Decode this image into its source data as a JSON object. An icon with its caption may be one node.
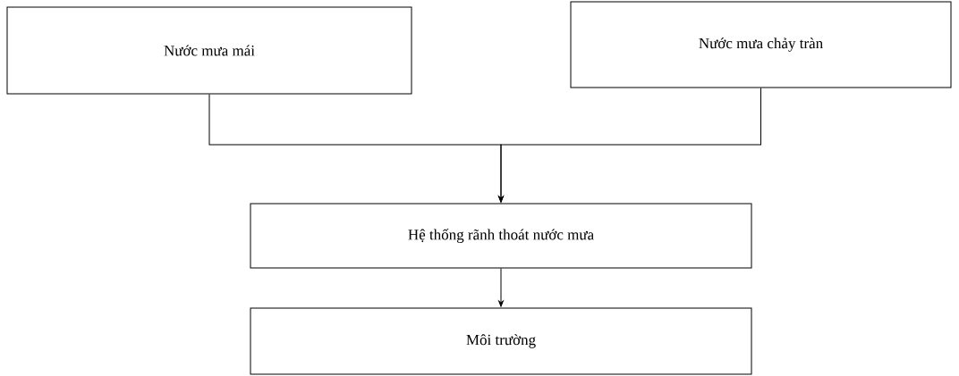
{
  "diagram": {
    "nodes": [
      {
        "text": [
          "Nước mưa mái"
        ]
      },
      {
        "text": [
          "Nước mưa chảy tràn"
        ]
      },
      {
        "text": [
          "Hệ thống rãnh thoát nước mưa"
        ]
      },
      {
        "text": [
          "Môi trường"
        ]
      }
    ],
    "edges": [
      {
        "from": 0,
        "to": 2,
        "arrow": "to"
      },
      {
        "from": 1,
        "to": 2,
        "arrow": "to"
      },
      {
        "from": 2,
        "to": 3,
        "arrow": "to"
      }
    ]
  }
}
